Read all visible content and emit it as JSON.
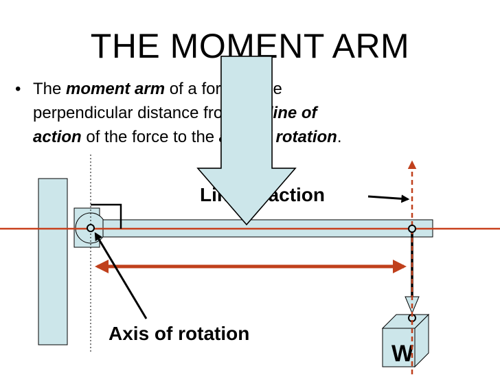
{
  "slide": {
    "title": "THE MOMENT ARM",
    "bullet": {
      "symbol": "•",
      "line1": {
        "a": "The ",
        "b": "moment arm",
        "c": " of a force is the"
      },
      "line2": {
        "a": "perpendicular distance from the ",
        "b": "line of"
      },
      "line3": {
        "a": "action",
        "b": " of the force to the ",
        "c": "axis of rotation",
        "d": "."
      }
    }
  },
  "diagram": {
    "line_of_action_label": "Line of action",
    "axis_label": "Axis of rotation",
    "weight_label": "W",
    "colors": {
      "fill": "#cce6ea",
      "arrow_red": "#c0401c",
      "axis_line": "#c8401c",
      "outline": "#000000"
    }
  }
}
